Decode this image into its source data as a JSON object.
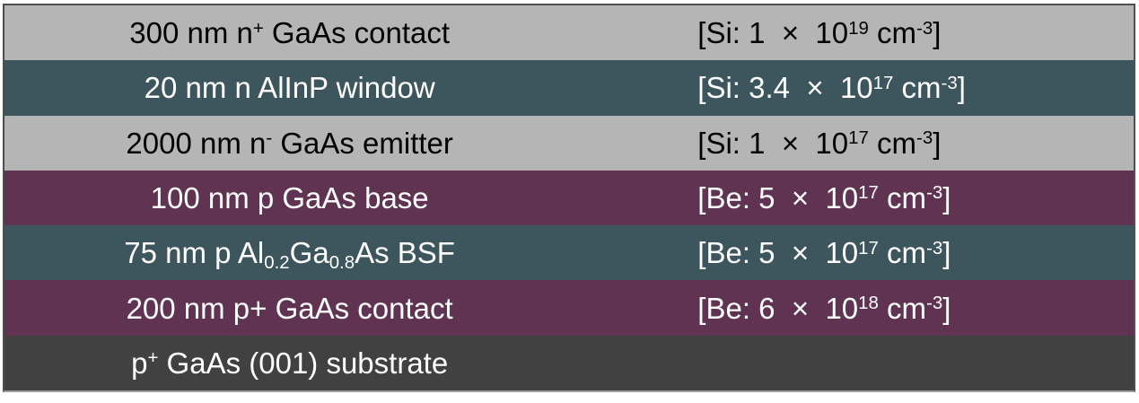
{
  "figure": {
    "description_label": "epitaxial-layer-stack",
    "colors": {
      "gaas_gray": "#b5b5b5",
      "teal": "#3d555c",
      "maroon": "#5f3351",
      "substrate_dark_gray": "#414141",
      "text_on_gray": "#000000",
      "text_on_dark": "#ffffff",
      "border_dark": "#4e4e4e",
      "border_bottom_light": "#9d9d9d",
      "page_background": "#ffffff"
    },
    "rows": [
      {
        "bg": "#b5b5b5",
        "fg": "#000000",
        "layer": [
          {
            "t": "300 nm n"
          },
          {
            "t": "+",
            "s": "sup"
          },
          {
            "t": " GaAs contact"
          }
        ],
        "doping": [
          {
            "t": "[Si: 1  ×  10"
          },
          {
            "t": "19",
            "s": "sup"
          },
          {
            "t": " cm"
          },
          {
            "t": "-3",
            "s": "sup"
          },
          {
            "t": "]"
          }
        ]
      },
      {
        "bg": "#3d555c",
        "fg": "#ffffff",
        "layer": [
          {
            "t": "20 nm n AlInP window"
          }
        ],
        "doping": [
          {
            "t": "[Si: 3.4  ×  10"
          },
          {
            "t": "17",
            "s": "sup"
          },
          {
            "t": " cm"
          },
          {
            "t": "-3",
            "s": "sup"
          },
          {
            "t": "]"
          }
        ]
      },
      {
        "bg": "#b5b5b5",
        "fg": "#000000",
        "layer": [
          {
            "t": "2000 nm n"
          },
          {
            "t": "-",
            "s": "sup"
          },
          {
            "t": " GaAs emitter"
          }
        ],
        "doping": [
          {
            "t": "[Si: 1  ×  10"
          },
          {
            "t": "17",
            "s": "sup"
          },
          {
            "t": " cm"
          },
          {
            "t": "-3",
            "s": "sup"
          },
          {
            "t": "]"
          }
        ]
      },
      {
        "bg": "#5f3351",
        "fg": "#ffffff",
        "layer": [
          {
            "t": "100 nm p GaAs base"
          }
        ],
        "doping": [
          {
            "t": "[Be: 5  ×  10"
          },
          {
            "t": "17",
            "s": "sup"
          },
          {
            "t": " cm"
          },
          {
            "t": "-3",
            "s": "sup"
          },
          {
            "t": "]"
          }
        ]
      },
      {
        "bg": "#3d555c",
        "fg": "#ffffff",
        "layer": [
          {
            "t": "75 nm p Al"
          },
          {
            "t": "0.2",
            "s": "sub"
          },
          {
            "t": "Ga"
          },
          {
            "t": "0.8",
            "s": "sub"
          },
          {
            "t": "As BSF"
          }
        ],
        "doping": [
          {
            "t": "[Be: 5  ×  10"
          },
          {
            "t": "17",
            "s": "sup"
          },
          {
            "t": " cm"
          },
          {
            "t": "-3",
            "s": "sup"
          },
          {
            "t": "]"
          }
        ]
      },
      {
        "bg": "#5f3351",
        "fg": "#ffffff",
        "layer": [
          {
            "t": "200 nm p+ GaAs contact"
          }
        ],
        "doping": [
          {
            "t": "[Be: 6  ×  10"
          },
          {
            "t": "18",
            "s": "sup"
          },
          {
            "t": " cm"
          },
          {
            "t": "-3",
            "s": "sup"
          },
          {
            "t": "]"
          }
        ]
      },
      {
        "bg": "#414141",
        "fg": "#ffffff",
        "layer": [
          {
            "t": "p"
          },
          {
            "t": "+",
            "s": "sup"
          },
          {
            "t": " GaAs (001) substrate"
          }
        ],
        "doping": []
      }
    ]
  }
}
